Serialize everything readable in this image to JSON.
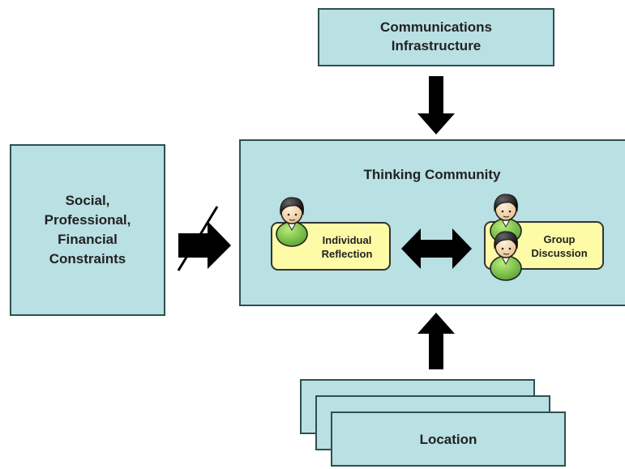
{
  "diagram": {
    "communications": "Communications\nInfrastructure",
    "constraints": "Social,\nProfessional,\nFinancial\nConstraints",
    "community_title": "Thinking Community",
    "individual": "Individual\nReflection",
    "group": "Group\nDiscussion",
    "location": "Location"
  },
  "colors": {
    "box_fill": "#b9e0e3",
    "label_fill": "#fdfba6",
    "person_shirt": "#7ec84a",
    "arrow": "#000000"
  }
}
